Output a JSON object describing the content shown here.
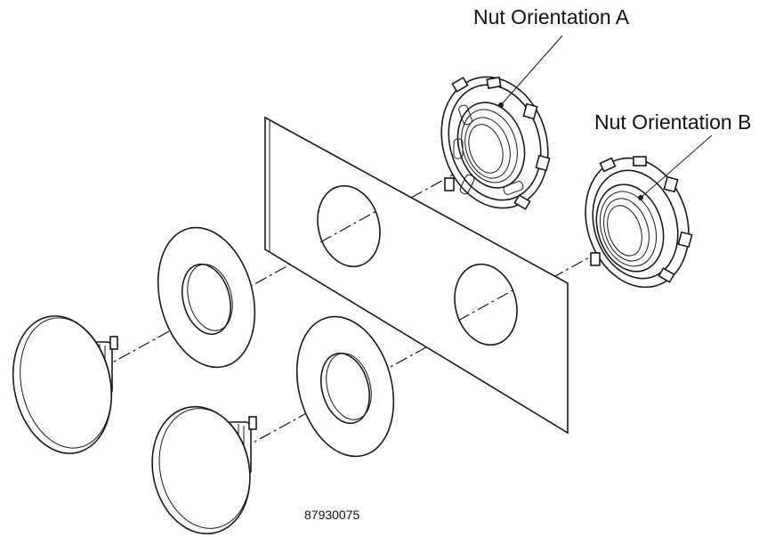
{
  "callouts": {
    "nut_a": "Nut Orientation A",
    "nut_b": "Nut Orientation B"
  },
  "figure_number": "87930075",
  "colors": {
    "line": "#1a1a1a",
    "background": "#ffffff"
  },
  "parts": [
    {
      "name": "panel",
      "holes": 2
    },
    {
      "name": "nut",
      "orientations": [
        "A",
        "B"
      ]
    },
    {
      "name": "washer",
      "count": 2
    },
    {
      "name": "mushroom-button",
      "count": 2
    }
  ]
}
